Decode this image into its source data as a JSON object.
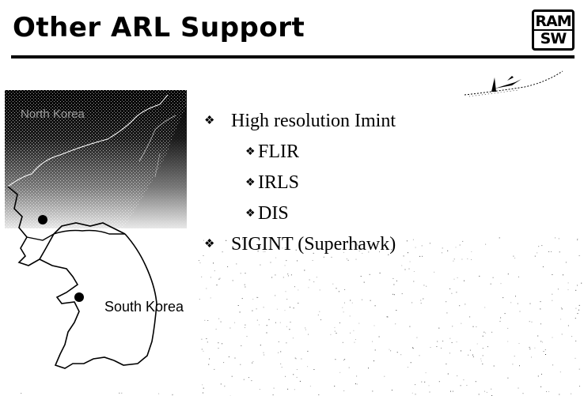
{
  "slide": {
    "title": "Other ARL Support",
    "logo": {
      "top": "RAM",
      "bottom": "SW"
    }
  },
  "map": {
    "north_label": "North Korea",
    "south_label": "South Korea"
  },
  "bullets": [
    {
      "text": "High resolution Imint",
      "level": 1,
      "icon": "diamond-bullet-icon"
    },
    {
      "text": "FLIR",
      "level": 2,
      "icon": "diamond-bullet-icon"
    },
    {
      "text": "IRLS",
      "level": 2,
      "icon": "diamond-bullet-icon"
    },
    {
      "text": "DIS",
      "level": 2,
      "icon": "diamond-bullet-icon"
    },
    {
      "text": "SIGINT (Superhawk)",
      "level": 1,
      "icon": "diamond-bullet-icon"
    }
  ],
  "bullet_glyph": "❖"
}
